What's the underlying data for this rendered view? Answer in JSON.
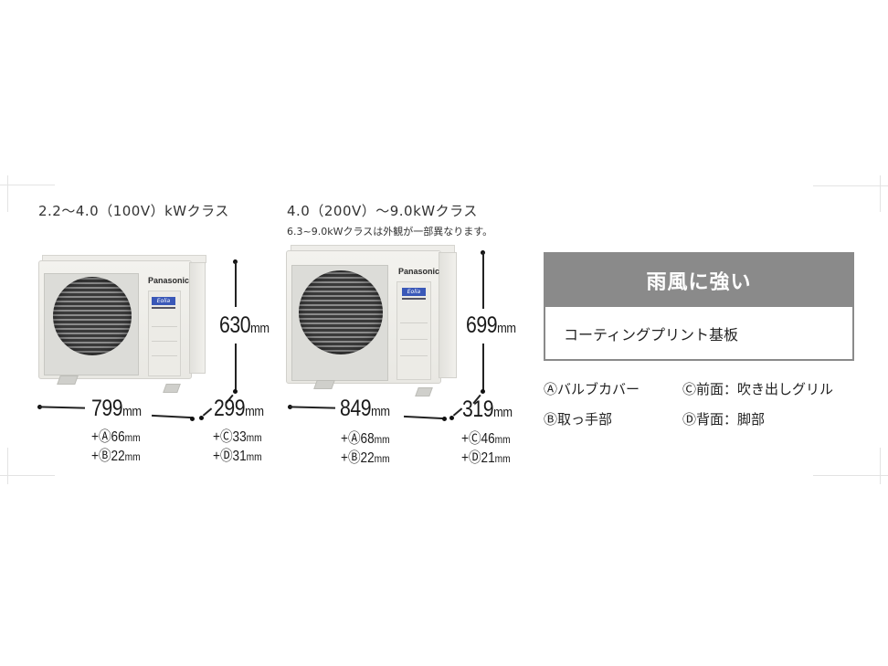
{
  "left_unit": {
    "class_title": "2.2～4.0（100V）kWクラス",
    "brand": "Panasonic",
    "badge": "Eolia",
    "height": {
      "value": "630",
      "unit": "mm"
    },
    "width": {
      "value": "799",
      "unit": "mm"
    },
    "width_extras": [
      {
        "prefix": "+Ⓐ",
        "value": "66",
        "unit": "mm"
      },
      {
        "prefix": "+Ⓑ",
        "value": "22",
        "unit": "mm"
      }
    ],
    "depth": {
      "value": "299",
      "unit": "mm"
    },
    "depth_extras": [
      {
        "prefix": "+Ⓒ",
        "value": "33",
        "unit": "mm"
      },
      {
        "prefix": "+Ⓓ",
        "value": "31",
        "unit": "mm"
      }
    ]
  },
  "right_unit": {
    "class_title": "4.0（200V）～9.0kWクラス",
    "class_note": "6.3~9.0kWクラスは外観が一部異なります。",
    "brand": "Panasonic",
    "badge": "Eolia",
    "height": {
      "value": "699",
      "unit": "mm"
    },
    "width": {
      "value": "849",
      "unit": "mm"
    },
    "width_extras": [
      {
        "prefix": "+Ⓐ",
        "value": "68",
        "unit": "mm"
      },
      {
        "prefix": "+Ⓑ",
        "value": "22",
        "unit": "mm"
      }
    ],
    "depth": {
      "value": "319",
      "unit": "mm"
    },
    "depth_extras": [
      {
        "prefix": "+Ⓒ",
        "value": "46",
        "unit": "mm"
      },
      {
        "prefix": "+Ⓓ",
        "value": "21",
        "unit": "mm"
      }
    ]
  },
  "feature": {
    "heading": "雨風に強い",
    "body": "コーティングプリント基板"
  },
  "legend": [
    {
      "mark": "Ⓐ",
      "text": "バルブカバー"
    },
    {
      "mark": "Ⓒ",
      "text": "前面：吹き出しグリル"
    },
    {
      "mark": "Ⓑ",
      "text": "取っ手部"
    },
    {
      "mark": "Ⓓ",
      "text": "背面：脚部"
    }
  ],
  "colors": {
    "feature_header_bg": "#8a8a8a",
    "feature_border": "#8a8a8a",
    "crop_marks": "#e3e3e3",
    "text": "#222222"
  }
}
